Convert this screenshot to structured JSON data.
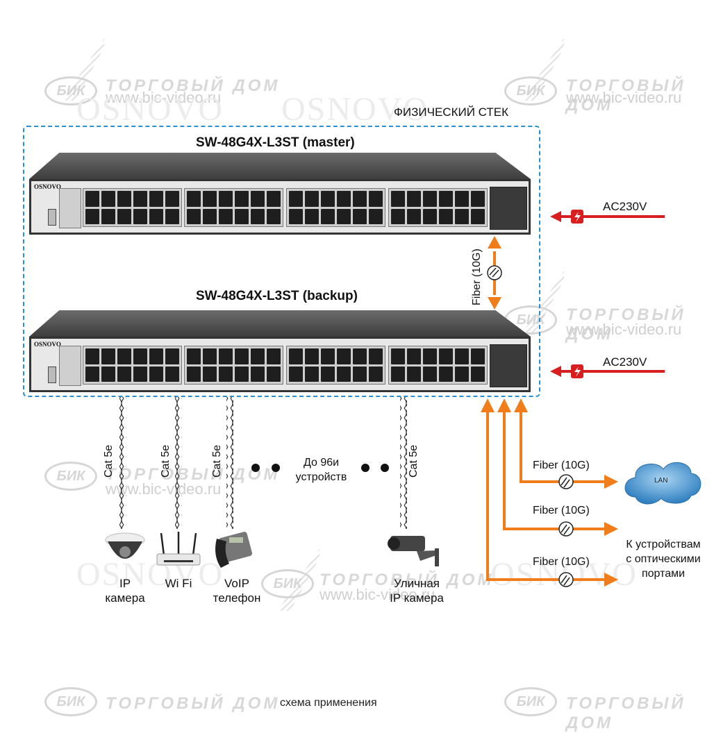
{
  "watermark": {
    "logo_text": "БИК",
    "title": "ТОРГОВЫЙ ДОМ",
    "url": "www.bic-video.ru",
    "brand": "OSNOVO"
  },
  "stack": {
    "label": "ФИЗИЧЕСКИЙ СТЕК",
    "border_color": "#2a8fd0"
  },
  "switches": [
    {
      "title": "SW-48G4X-L3ST  (master)",
      "brand": "OSNOVO",
      "power_label": "AC230V"
    },
    {
      "title": "SW-48G4X-L3ST  (backup)",
      "brand": "OSNOVO",
      "power_label": "AC230V"
    }
  ],
  "stack_link": {
    "label": "Fiber (10G)",
    "color": "#f07c1a"
  },
  "copper_links": [
    {
      "cable": "Cat 5e",
      "device": "IP",
      "device_line2": "камера"
    },
    {
      "cable": "Cat 5e",
      "device": "Wi Fi",
      "device_line2": ""
    },
    {
      "cable": "Cat 5e",
      "device": "VoIP",
      "device_line2": "телефон"
    },
    {
      "cable": "Cat 5e",
      "device": "Уличная",
      "device_line2": "IP  камера"
    }
  ],
  "ellipsis_text": {
    "line1": "До 96и",
    "line2": "устройств"
  },
  "fiber_links": [
    {
      "label": "Fiber (10G)",
      "target": "LAN"
    },
    {
      "label": "Fiber (10G)",
      "target": ""
    },
    {
      "label": "Fiber (10G)",
      "target": ""
    }
  ],
  "optical_devices": {
    "line1": "К устройствам",
    "line2": "с оптическими",
    "line3": "портами"
  },
  "colors": {
    "fiber": "#f07c1a",
    "power": "#d81e1e",
    "cloud": "#3f8fc9"
  },
  "caption": "схема применения"
}
